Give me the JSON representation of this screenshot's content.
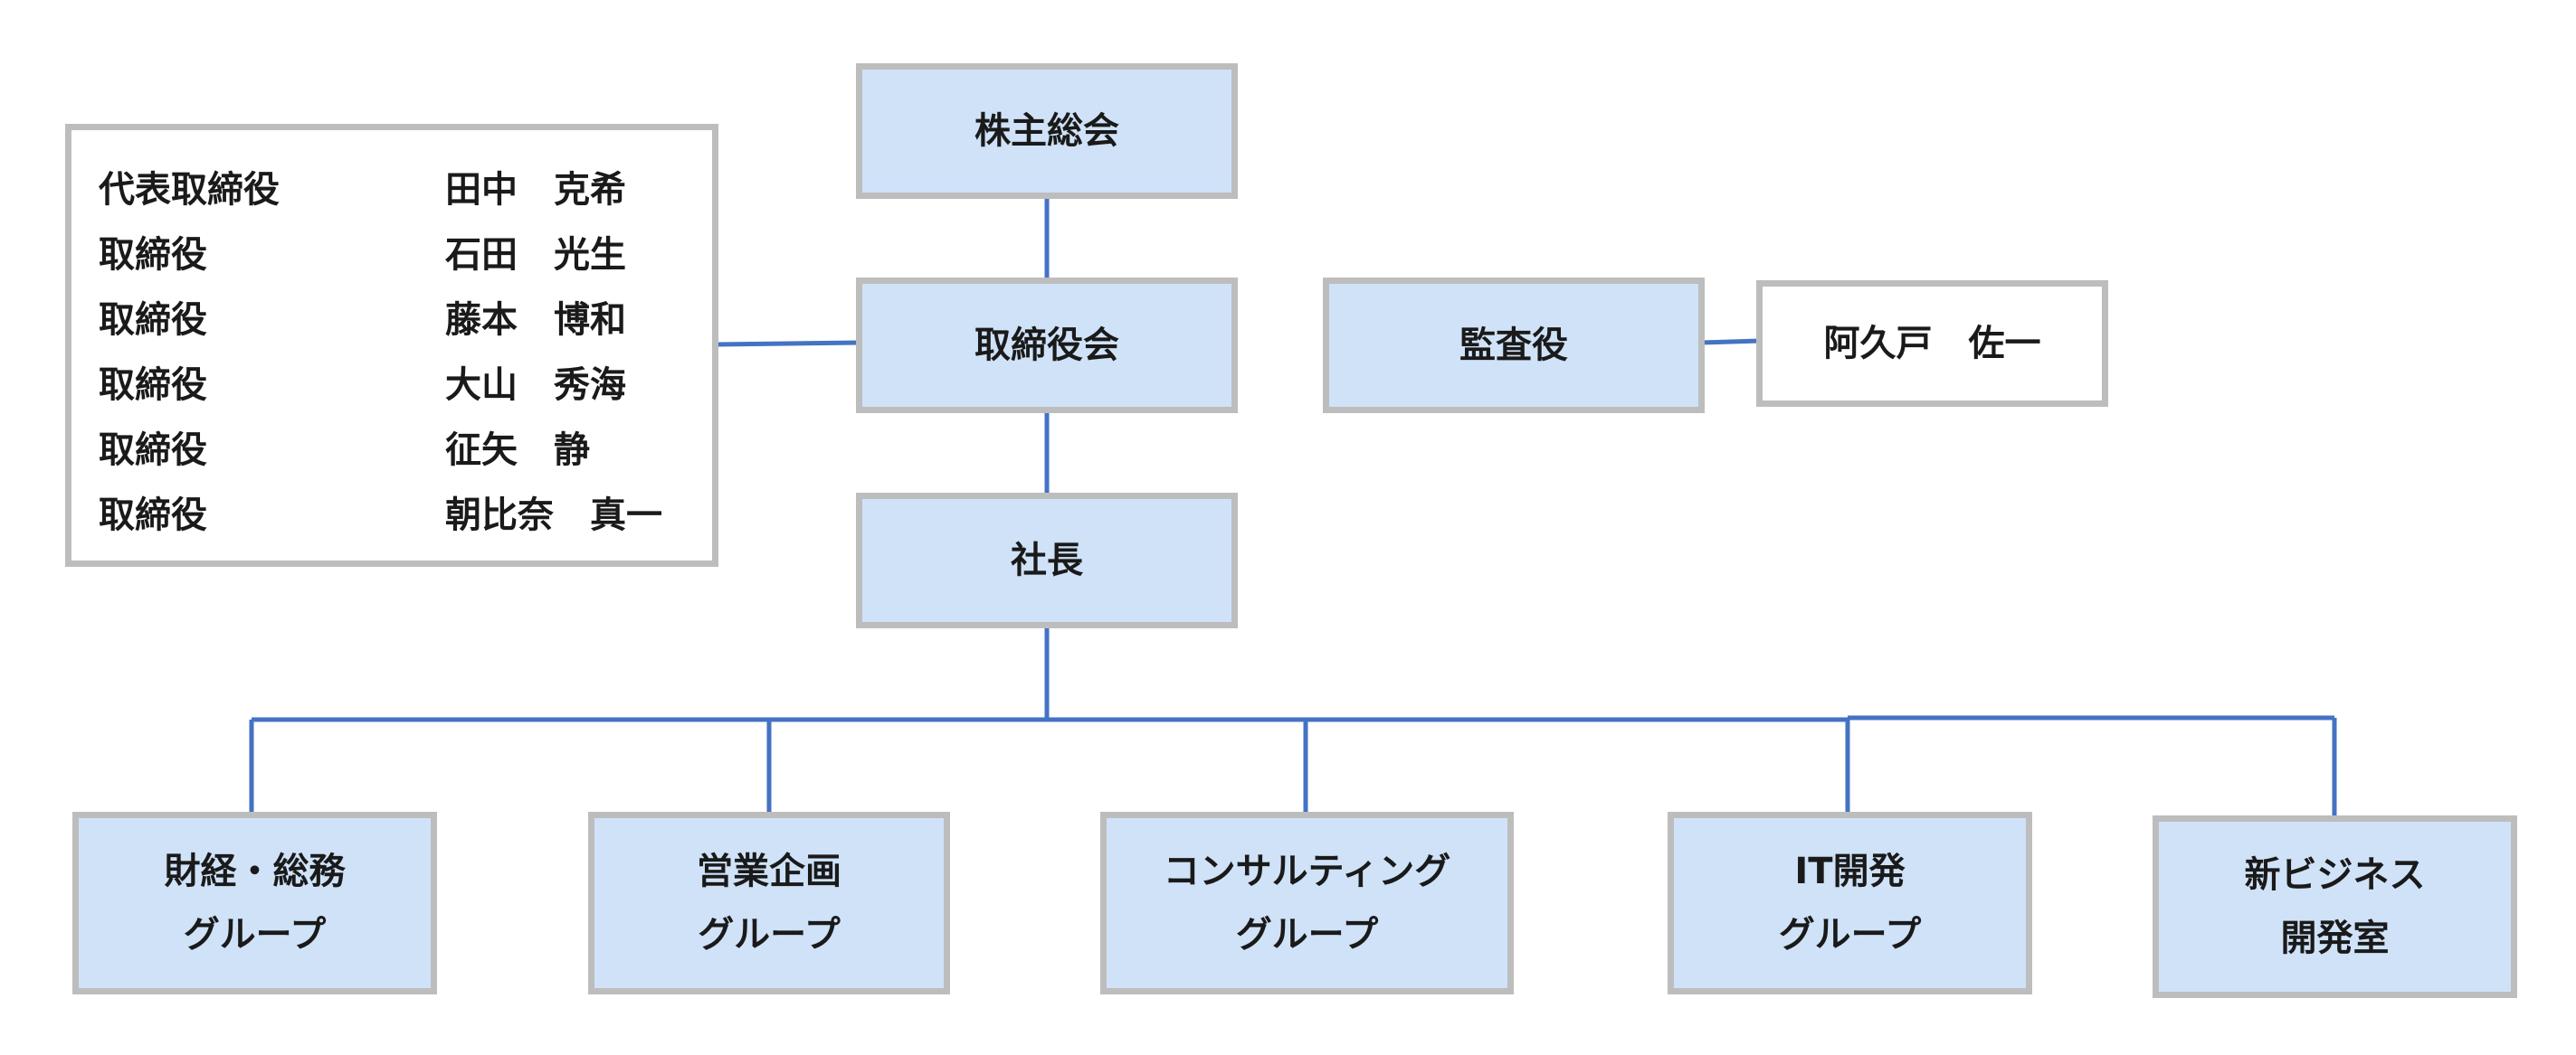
{
  "colors": {
    "box_fill": "#cfe2f8",
    "box_border": "#bdbdbd",
    "connector": "#4472c4"
  },
  "nodes": {
    "shareholders_meeting": "株主総会",
    "board": "取締役会",
    "auditor": "監査役",
    "auditor_name": "阿久戸　佐一",
    "president": "社長",
    "groups": [
      {
        "line1": "財経・総務",
        "line2": "グループ"
      },
      {
        "line1": "営業企画",
        "line2": "グループ"
      },
      {
        "line1": "コンサルティング",
        "line2": "グループ"
      },
      {
        "line1": "IT開発",
        "line2": "グループ"
      },
      {
        "line1": "新ビジネス",
        "line2": "開発室"
      }
    ]
  },
  "directors": [
    {
      "role": "代表取締役",
      "name": "田中　克希"
    },
    {
      "role": "取締役",
      "name": "石田　光生"
    },
    {
      "role": "取締役",
      "name": "藤本　博和"
    },
    {
      "role": "取締役",
      "name": "大山　秀海"
    },
    {
      "role": "取締役",
      "name": "征矢　静"
    },
    {
      "role": "取締役",
      "name": "朝比奈　真一"
    }
  ]
}
